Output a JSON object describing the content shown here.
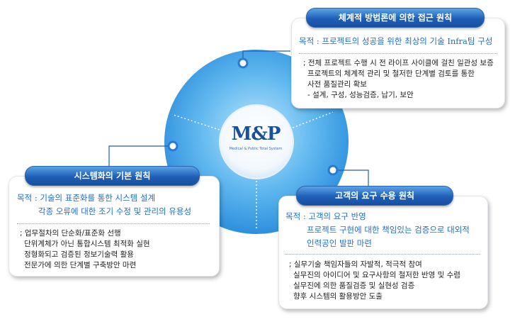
{
  "logo": {
    "text": "M&P",
    "subtitle": "Medical & Public Total System"
  },
  "principles": [
    {
      "title": "체계적 방법론에 의한 접근 원칙",
      "goal_label": "목적 :",
      "goal_lines": [
        "프로젝트의 성공을 위한 최상의 기술 Infra팀 구성"
      ],
      "details": [
        "; 전체 프로젝트 수행 시 전 라이프 사이클에 걸친 일관성 보증",
        "프로젝트의 체계적 관리 및 철저한 단계별 검토를 통한",
        "사전 품질관리 확보",
        "- 설계, 구성, 성능검증, 납기, 보안"
      ]
    },
    {
      "title": "시스템화의 기본 원칙",
      "goal_label": "목적 :",
      "goal_lines": [
        "기술의 표준화를 통한 시스템 설계",
        "각종 오류에 대한 조기 수정 및 관리의 유용성"
      ],
      "details": [
        "; 업무절차의 단순화/표준화 선행",
        "단위계체가 아닌 통합시스템 최적화 실현",
        "정형화되고 검증된 정보기술력 활용",
        "전문가에 의한 단계별 구축방안 마련"
      ]
    },
    {
      "title": "고객의 요구 수용 원칙",
      "goal_label": "목적 :",
      "goal_lines": [
        "고객의 요구 반영",
        "프로젝트 구현에 대한 책임있는 검증으로 대외적",
        "인력공인 발판 마련"
      ],
      "details": [
        "; 실무기술 책임자들의 자발적, 적극적 참여",
        "실무진의 아이디어 및 요구사항의 철저한 반영 및 수렴",
        "실무진에 의한 품질검증 및 실현성 검증",
        "향후 시스템의 활용방안 도출"
      ]
    }
  ]
}
